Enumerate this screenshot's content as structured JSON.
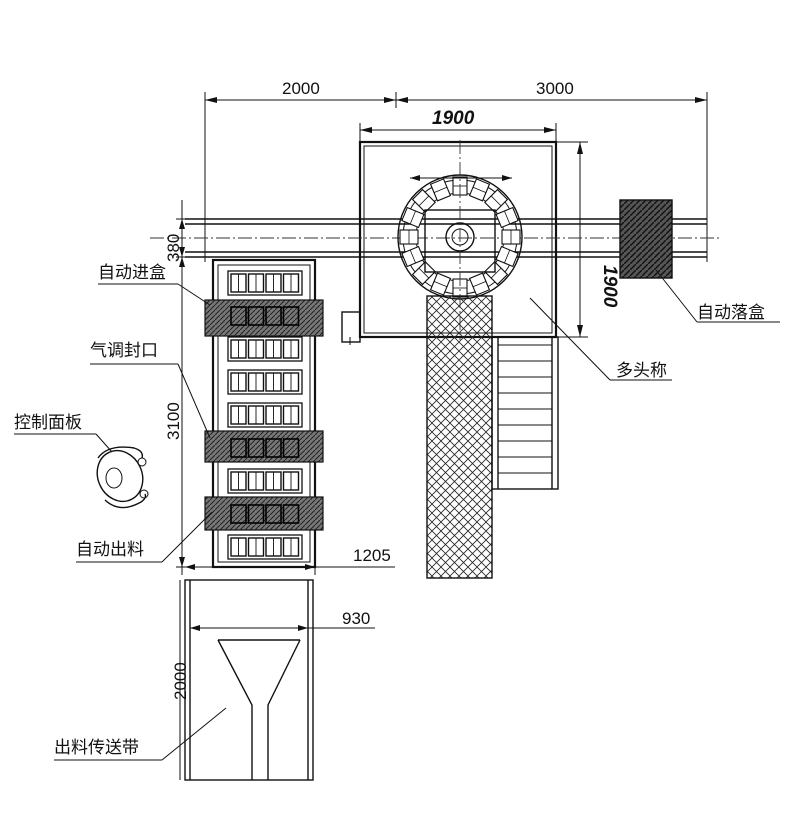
{
  "dimensions": {
    "top_left": "2000",
    "top_right": "3000",
    "scale_width": "1900",
    "scale_height": "1900",
    "infeed_width": "380",
    "machine_length": "3100",
    "machine_width": "1205",
    "conveyor_width": "930",
    "conveyor_length": "2000"
  },
  "labels": {
    "auto_box_feed": "自动进盒",
    "map_sealing": "气调封口",
    "control_panel": "控制面板",
    "auto_discharge": "自动出料",
    "auto_box_drop": "自动落盒",
    "multihead_weigher": "多头称",
    "discharge_conveyor": "出料传送带"
  }
}
